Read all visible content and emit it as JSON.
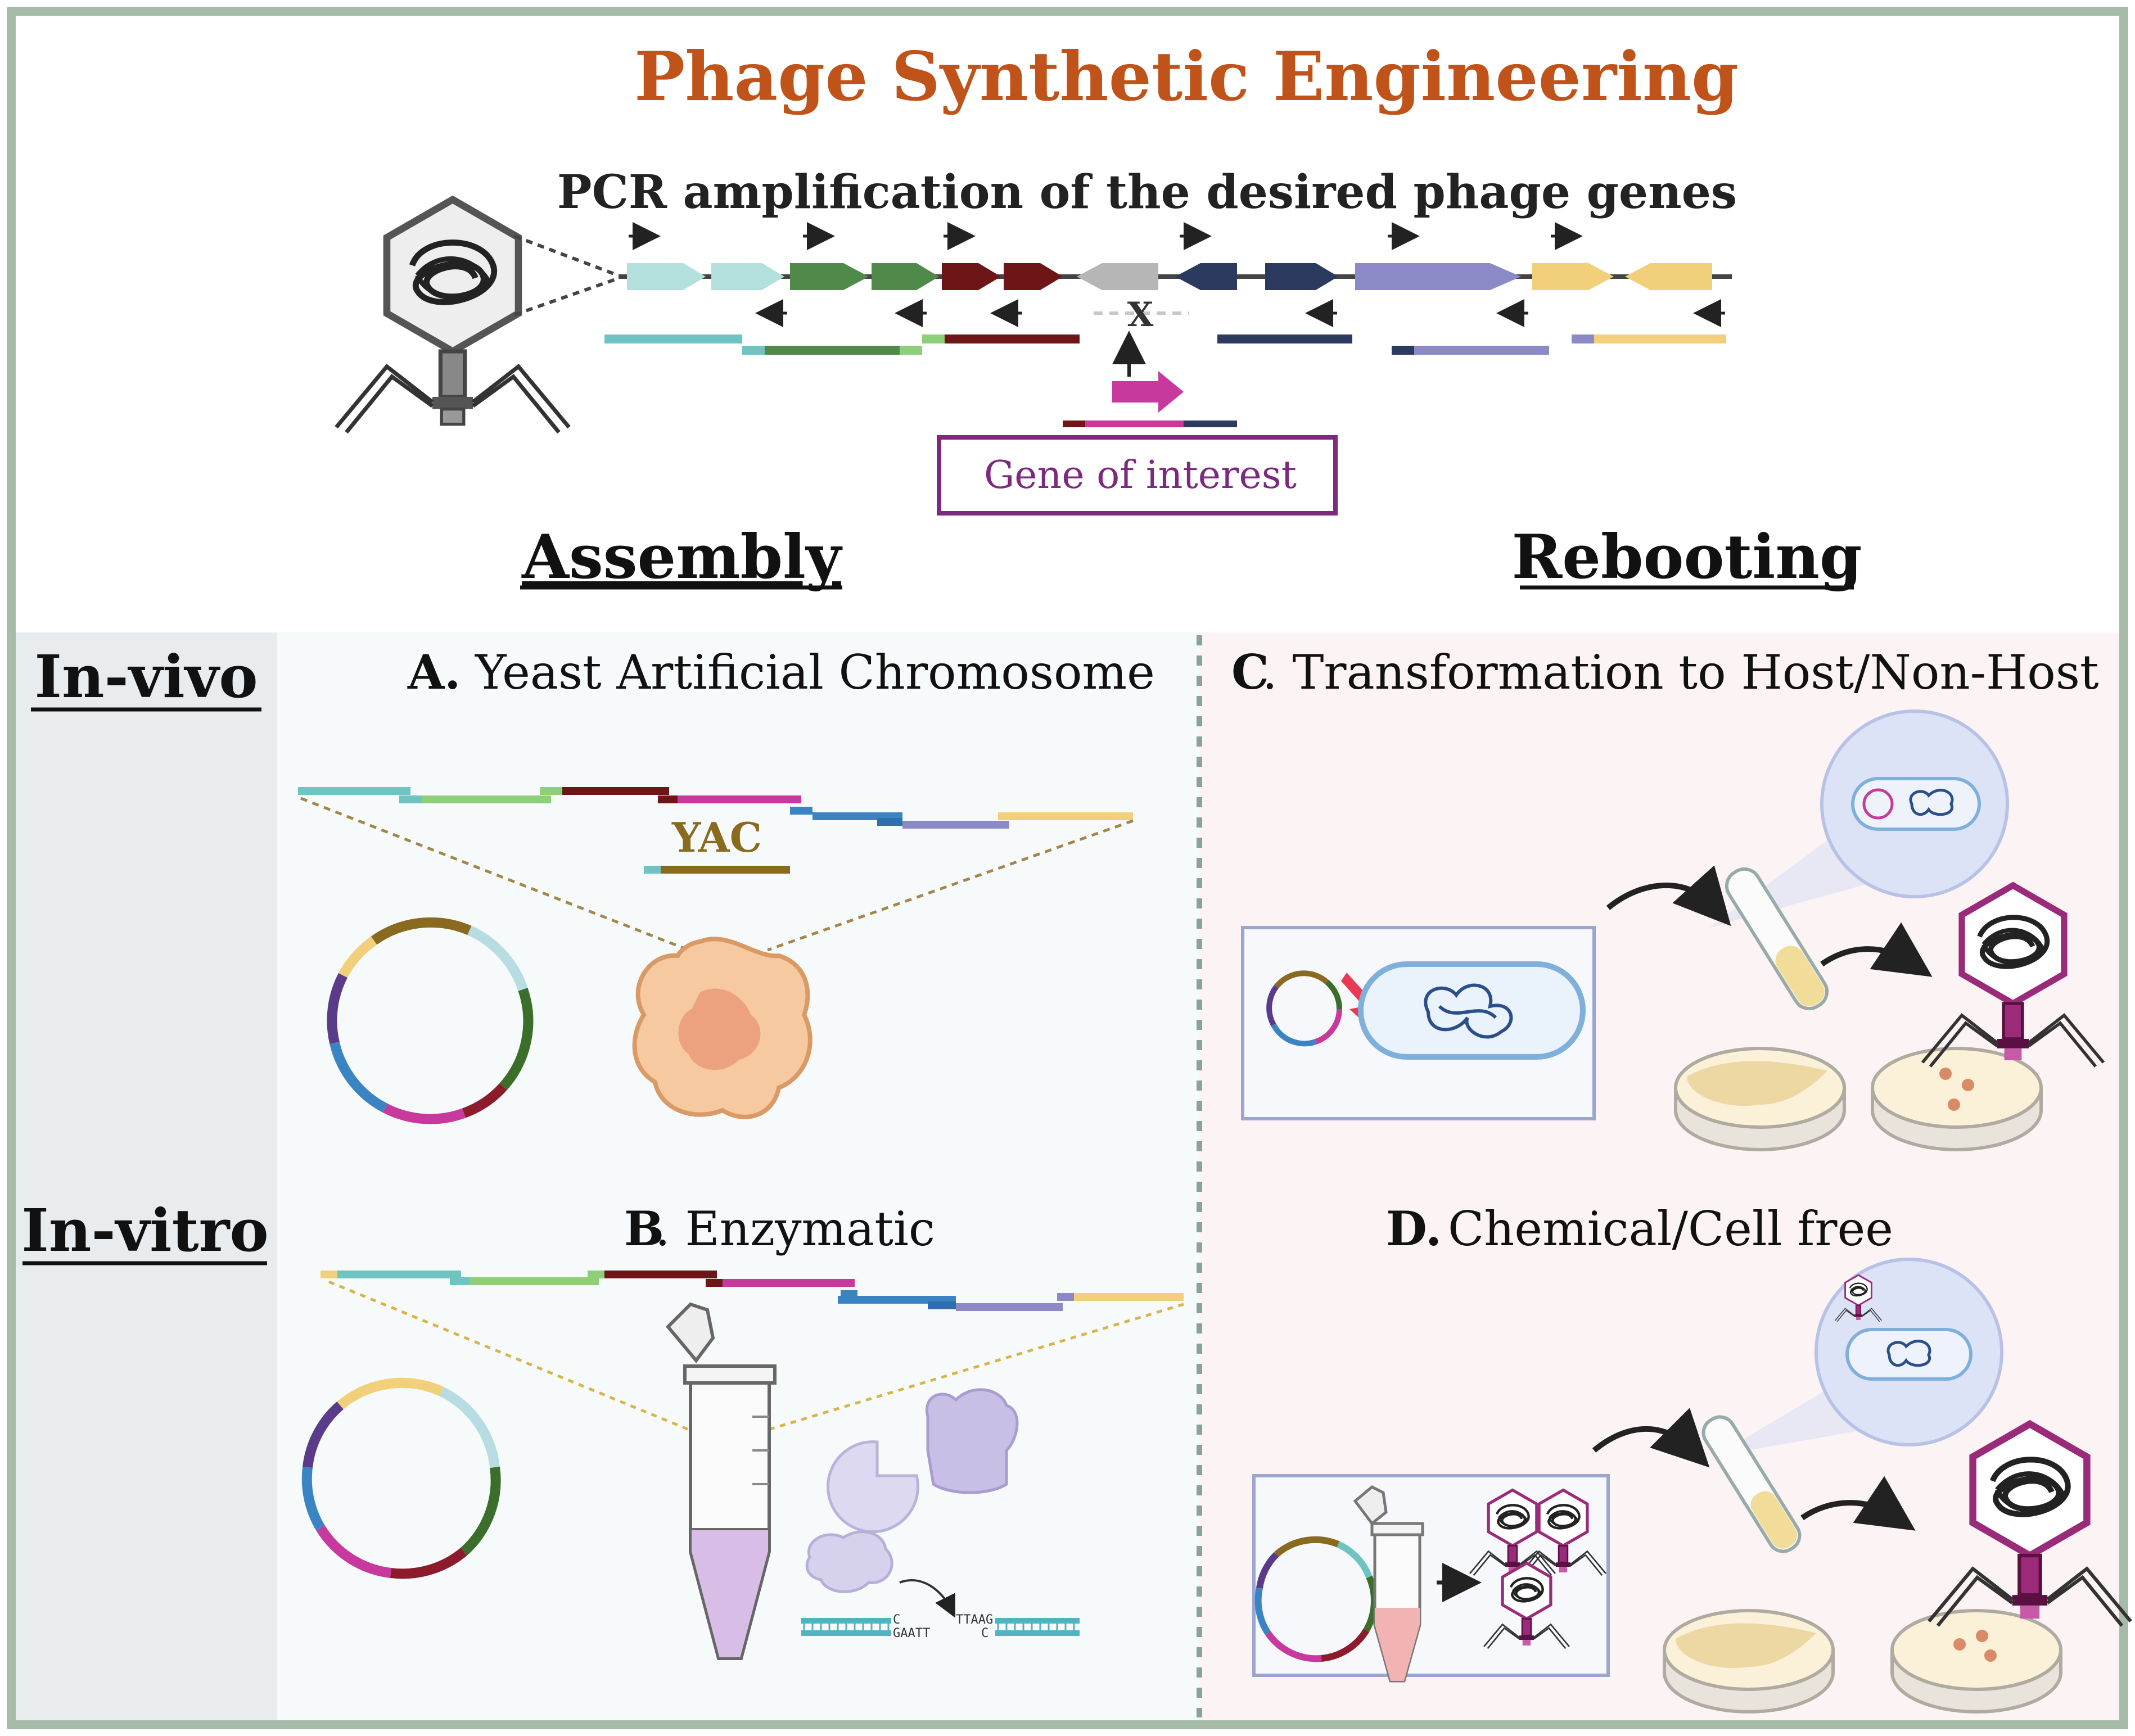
{
  "title": "Phage Synthetic Engineering",
  "subtitle": "PCR amplification of the desired phage genes",
  "gene_label": "Gene of interest",
  "knockout_mark": "X",
  "sections": {
    "assembly": "Assembly",
    "rebooting": "Rebooting"
  },
  "rows": {
    "in_vivo": "In-vivo",
    "in_vitro": "In-vitro"
  },
  "panels": {
    "a": {
      "letter": "A.",
      "title": "Yeast Artificial Chromosome",
      "tag": "YAC"
    },
    "b": {
      "letter": "B",
      "title": ". Enzymatic",
      "seq_left_top": "C",
      "seq_left_bottom": "GAATT",
      "seq_right_top": "TTAAG",
      "seq_right_bottom": "C"
    },
    "c": {
      "letter": "C",
      "title": ". Transformation to Host/Non-Host"
    },
    "d": {
      "letter": "D.",
      "title": " Chemical/Cell free"
    }
  },
  "colors": {
    "title": "#c0531a",
    "frame": "#a7bba9",
    "left_band": "#e8ecee",
    "panel_left": "#f6fafa",
    "panel_right": "#fcf3f4",
    "gene_purple": "#7b2a7e",
    "magenta": "#c8399e",
    "teal": "#6fc3c0",
    "light_teal": "#b3e0dd",
    "green": "#4f8a4a",
    "dark_red": "#6e1517",
    "gray": "#b6b6b6",
    "navy": "#2c3a5f",
    "lavender": "#8c89c7",
    "yellow": "#f2cf7a",
    "blue": "#3b84c4"
  },
  "icons": [
    "phage-icon",
    "plasmid-icon",
    "yeast-cell-icon",
    "tube-icon",
    "enzyme-icon",
    "bacterium-icon",
    "lightning-icon",
    "petri-dish-icon",
    "arrow-icon"
  ]
}
